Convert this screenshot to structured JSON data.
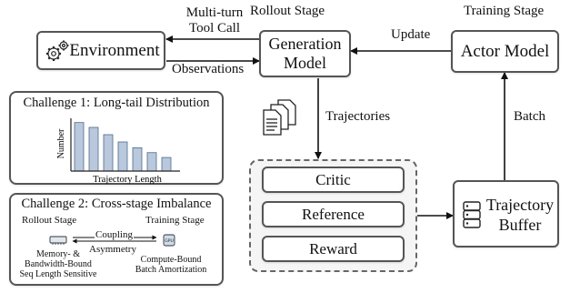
{
  "stages": {
    "rollout": "Rollout Stage",
    "training": "Training Stage"
  },
  "nodes": {
    "environment": "Environment",
    "generation_line1": "Generation",
    "generation_line2": "Model",
    "actor": "Actor Model",
    "critic": "Critic",
    "reference": "Reference",
    "reward": "Reward",
    "buffer_line1": "Trajectory",
    "buffer_line2": "Buffer"
  },
  "edges": {
    "tool_call_line1": "Multi-turn",
    "tool_call_line2": "Tool Call",
    "observations": "Observations",
    "update": "Update",
    "trajectories": "Trajectories",
    "batch": "Batch"
  },
  "challenge1": {
    "title": "Challenge 1: Long-tail Distribution",
    "ylabel": "Number",
    "xlabel": "Trajectory Length"
  },
  "challenge2": {
    "title": "Challenge 2: Cross-stage Imbalance",
    "rollout_label": "Rollout Stage",
    "training_label": "Training Stage",
    "coupling": "Coupling",
    "asymmetry": "Asymmetry",
    "left_note_line1": "Memory- &",
    "left_note_line2": "Bandwidth-Bound",
    "left_note_line3": "Seq Length Sensitive",
    "right_note_line1": "Compute-Bound",
    "right_note_line2": "Batch Amortization",
    "gpu_text": "GPU"
  },
  "chart_data": {
    "type": "bar",
    "values": [
      10,
      9,
      7.5,
      6,
      4.8,
      3.8,
      2.8
    ],
    "title": "",
    "xlabel": "Trajectory Length",
    "ylabel": "Number",
    "ylim": [
      0,
      10.5
    ]
  },
  "colors": {
    "bar_fill": "#b9c8dc",
    "bar_stroke": "#4d6a8c",
    "box_border": "#555555",
    "panel_bg": "#f5f5f5"
  },
  "icons": {
    "environment": "gears-icon",
    "trajectories": "documents-icon",
    "buffer": "database-icon",
    "rollout_device": "memory-chip-icon",
    "training_device": "gpu-chip-icon"
  }
}
